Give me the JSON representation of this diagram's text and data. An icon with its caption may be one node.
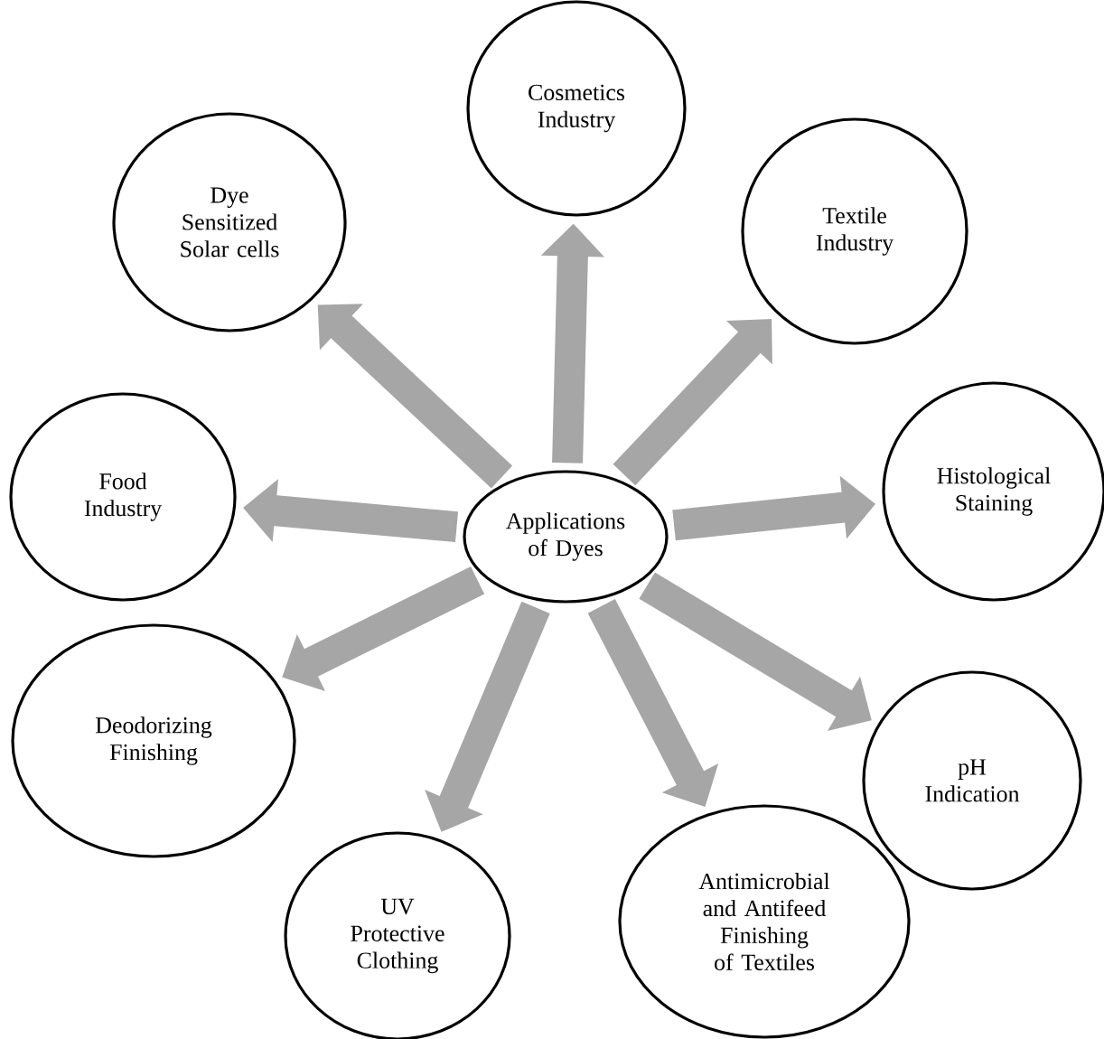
{
  "diagram": {
    "nodes": [
      {
        "text": [
          "Applications of Dyes"
        ]
      },
      {
        "text": [
          "Cosmetics Industry"
        ]
      },
      {
        "text": [
          "Textile Industry"
        ]
      },
      {
        "text": [
          "Histological Staining"
        ]
      },
      {
        "text": [
          "pH Indication"
        ]
      },
      {
        "text": [
          "Antimicrobial and Antifeed Finishing of Textiles"
        ]
      },
      {
        "text": [
          "UV Protective Clothing"
        ]
      },
      {
        "text": [
          "Deodorizing Finishing"
        ]
      },
      {
        "text": [
          "Food Industry"
        ]
      },
      {
        "text": [
          "Dye Sensitized Solar cells"
        ]
      }
    ],
    "edges": [
      {
        "from": 0,
        "to": 1,
        "arrow": "to"
      },
      {
        "from": 0,
        "to": 2,
        "arrow": "to"
      },
      {
        "from": 0,
        "to": 3,
        "arrow": "to"
      },
      {
        "from": 0,
        "to": 4,
        "arrow": "to"
      },
      {
        "from": 0,
        "to": 5,
        "arrow": "to"
      },
      {
        "from": 0,
        "to": 6,
        "arrow": "to"
      },
      {
        "from": 0,
        "to": 7,
        "arrow": "to"
      },
      {
        "from": 0,
        "to": 8,
        "arrow": "to"
      },
      {
        "from": 0,
        "to": 9,
        "arrow": "to"
      }
    ]
  }
}
